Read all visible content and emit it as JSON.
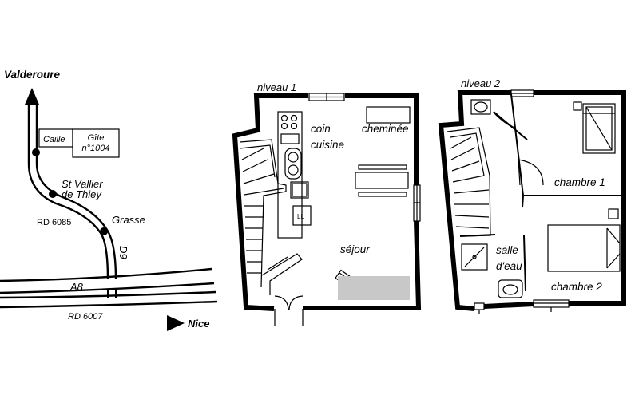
{
  "map": {
    "north_town": "Valderoure",
    "caille": "Caille",
    "gite_line1": "Gîte",
    "gite_line2": "n°1004",
    "village_line1": "St Vallier",
    "village_line2": "de Thiey",
    "grasse": "Grasse",
    "rd6085": "RD 6085",
    "d9": "D9",
    "a8": "A8",
    "rd6007": "RD 6007",
    "nice": "Nice"
  },
  "level1": {
    "title": "niveau 1",
    "kitchen_line1": "coin",
    "kitchen_line2": "cuisine",
    "fireplace": "cheminée",
    "living": "séjour"
  },
  "level2": {
    "title": "niveau 2",
    "bedroom1": "chambre 1",
    "bathroom_line1": "salle",
    "bathroom_line2": "d'eau",
    "bedroom2": "chambre 2"
  }
}
